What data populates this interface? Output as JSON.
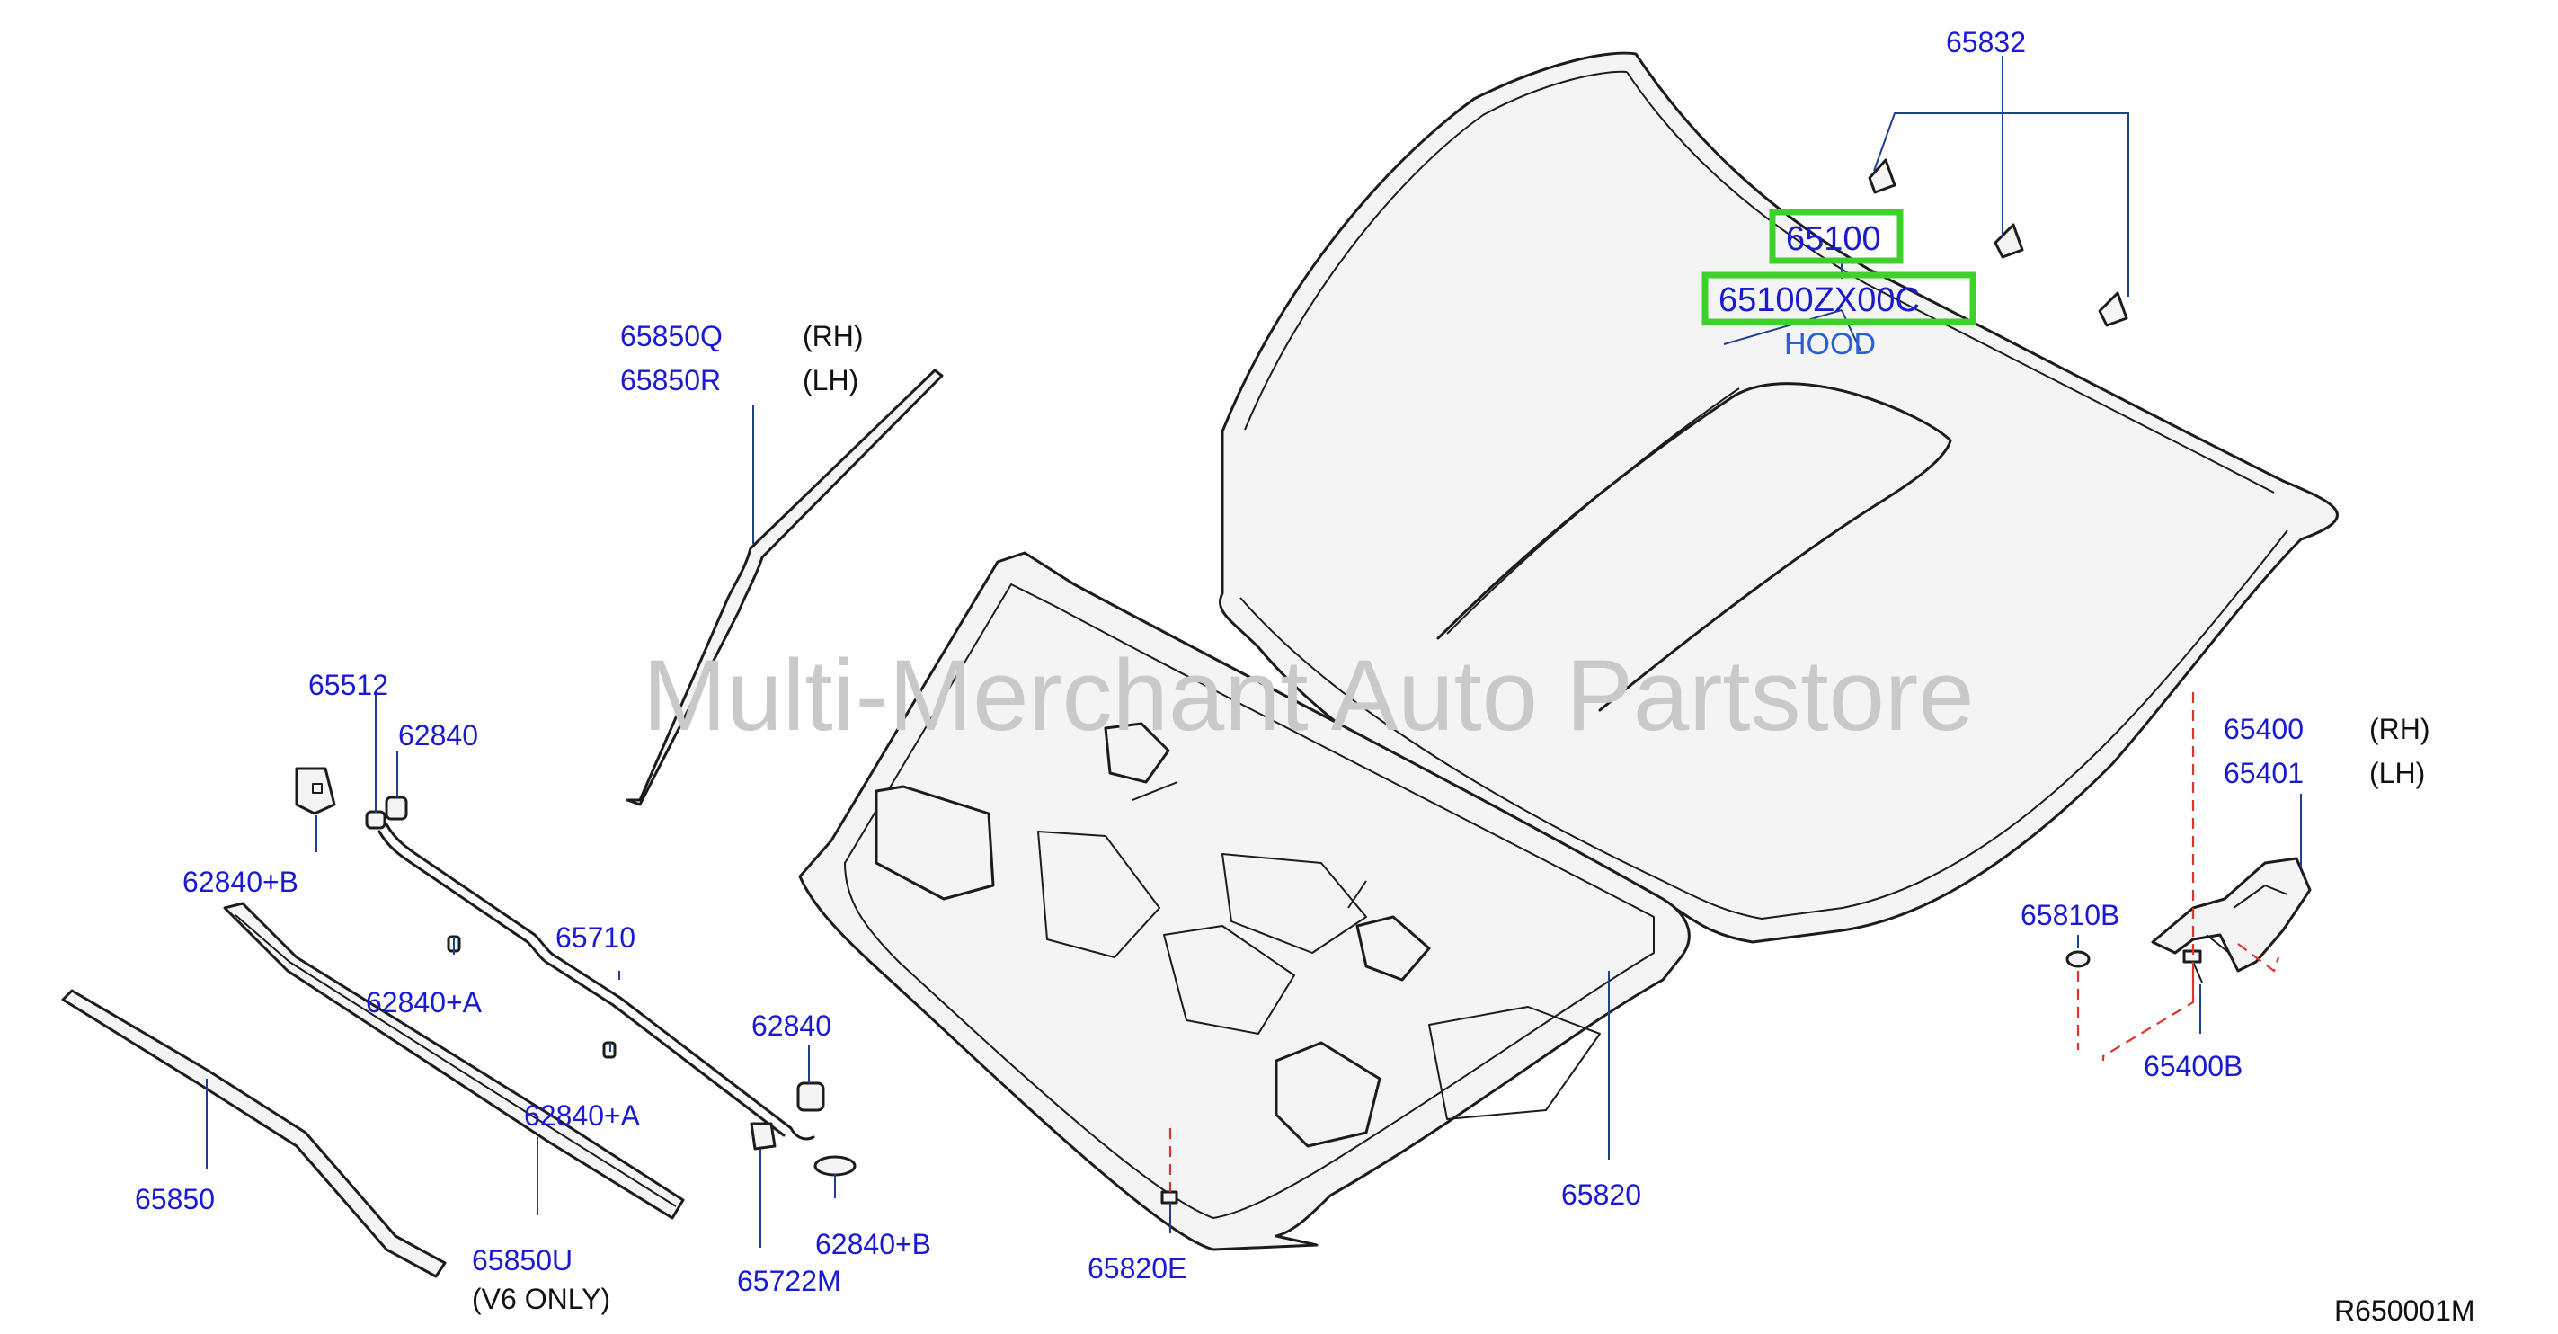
{
  "diagram": {
    "watermark": "Multi-Merchant Auto Partstore",
    "reference_code": "R650001M",
    "highlight_color": "#3fd12b",
    "part_label_color": "#1a1ad0",
    "callouts": {
      "p65832": "65832",
      "p65100": "65100",
      "p65100zx00c": "65100ZX00C",
      "hood_desc": "HOOD",
      "p65850q": "65850Q",
      "p65850q_side": "(RH)",
      "p65850r": "65850R",
      "p65850r_side": "(LH)",
      "p65512": "65512",
      "p62840_top": "62840",
      "p62840b_left": "62840+B",
      "p65710": "65710",
      "p62840a_upper": "62840+A",
      "p62840a_lower": "62840+A",
      "p62840_mid": "62840",
      "p65850": "65850",
      "p65850u": "65850U",
      "p65850u_note": "(V6   ONLY)",
      "p65722m": "65722M",
      "p62840b_right": "62840+B",
      "p65820e": "65820E",
      "p65820": "65820",
      "p65400": "65400",
      "p65400_side": "(RH)",
      "p65401": "65401",
      "p65401_side": "(LH)",
      "p65810b": "65810B",
      "p65400b": "65400B"
    }
  }
}
